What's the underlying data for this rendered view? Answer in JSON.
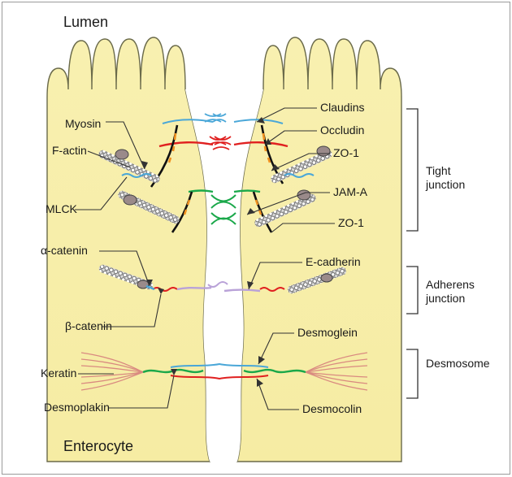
{
  "regions": {
    "top": "Lumen",
    "bottom": "Enterocyte"
  },
  "labels": {
    "myosin": "Myosin",
    "f_actin": "F-actin",
    "mlck": "MLCK",
    "claudins": "Claudins",
    "occludin": "Occludin",
    "zo1_top": "ZO-1",
    "jam_a": "JAM-A",
    "zo1_bottom": "ZO-1",
    "alpha_catenin": "α-catenin",
    "beta_catenin": "β-catenin",
    "e_cadherin": "E-cadherin",
    "keratin": "Keratin",
    "desmoplakin": "Desmoplakin",
    "desmoglein": "Desmoglein",
    "desmocolin": "Desmocolin"
  },
  "groups": {
    "tight_line1": "Tight",
    "tight_line2": "junction",
    "adherens_line1": "Adherens",
    "adherens_line2": "junction",
    "desmosome": "Desmosome"
  },
  "colors": {
    "cytoplasm": "#f7efa8",
    "outline": "#6a6a4a",
    "claudin": "#4aa7d8",
    "occludin": "#e02020",
    "jam": "#1aa84a",
    "zo": "#111111",
    "actin": "#7a7a7a",
    "cadherin": "#b9a2d8",
    "keratin": "#d98a80"
  }
}
